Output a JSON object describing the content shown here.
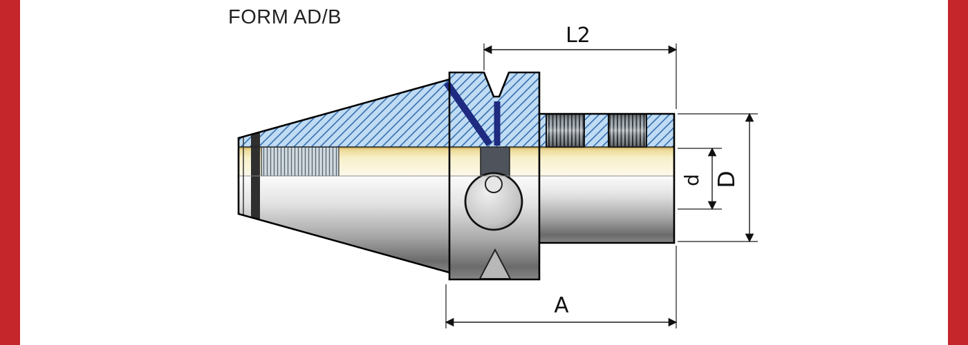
{
  "page": {
    "title": "FORM AD/B",
    "accent_color": "#c4262c",
    "background": "#ffffff"
  },
  "drawing": {
    "labels": {
      "dim_l2": "L2",
      "dim_d": "d",
      "dim_D": "D",
      "dim_a": "A"
    },
    "colors": {
      "section_hatch_fill": "#bfdcf4",
      "section_hatch_line": "#2b64a8",
      "coolant_channel": "#1e2b80",
      "bore_highlight": "#f8f0ca",
      "metal_dark": "#6b6b6b",
      "outline": "#000000"
    }
  }
}
